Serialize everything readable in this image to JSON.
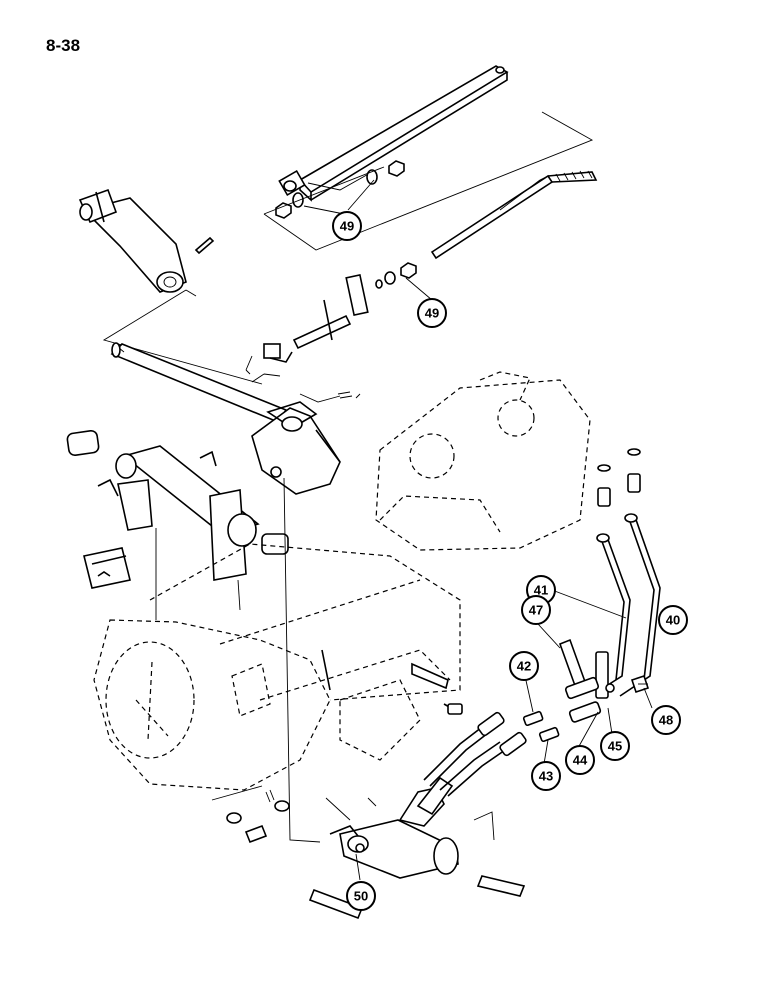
{
  "page_number": "8-38",
  "callouts": [
    {
      "key": "c49a",
      "label": "49"
    },
    {
      "key": "c49b",
      "label": "49"
    },
    {
      "key": "c41",
      "label": "41"
    },
    {
      "key": "c40",
      "label": "40"
    },
    {
      "key": "c47",
      "label": "47"
    },
    {
      "key": "c42",
      "label": "42"
    },
    {
      "key": "c43",
      "label": "43"
    },
    {
      "key": "c44",
      "label": "44"
    },
    {
      "key": "c45",
      "label": "45"
    },
    {
      "key": "c48",
      "label": "48"
    },
    {
      "key": "c50",
      "label": "50"
    }
  ]
}
